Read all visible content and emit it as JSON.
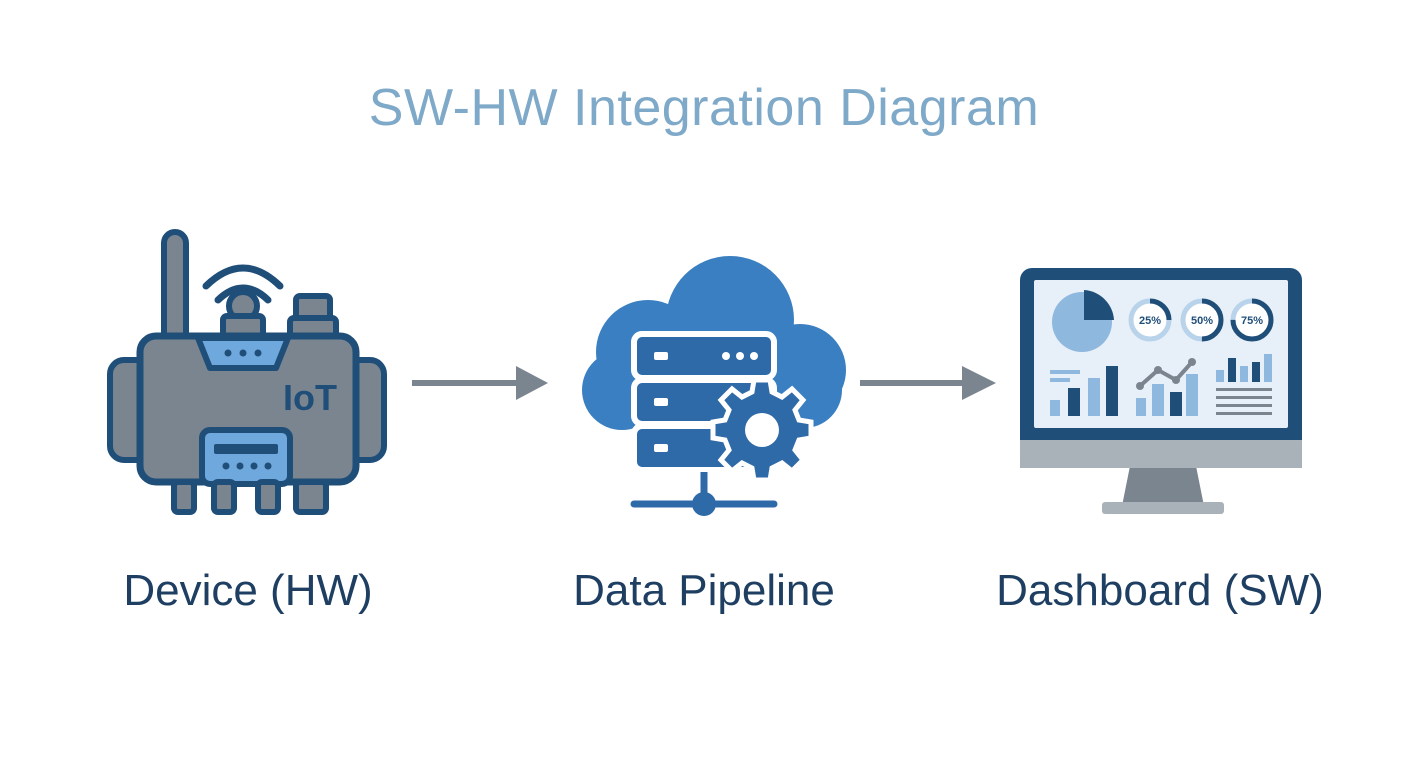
{
  "title": "SW-HW Integration Diagram",
  "nodes": [
    {
      "id": "device",
      "label": "Device (HW)",
      "badge": "IoT",
      "icon": "iot-device-icon"
    },
    {
      "id": "pipeline",
      "label": "Data Pipeline",
      "icon": "cloud-server-gear-icon"
    },
    {
      "id": "dashboard",
      "label": "Dashboard (SW)",
      "icon": "monitor-dashboard-icon",
      "gauges": [
        "25%",
        "50%",
        "75%"
      ],
      "gauge_fractions": [
        0.25,
        0.5,
        0.75
      ]
    }
  ],
  "colors": {
    "title": "#7fa9c8",
    "label": "#1e3f62",
    "outline": "#1f4e79",
    "gray_body": "#7b8590",
    "light_blue": "#6fa8dc",
    "cloud": "#3a7fc1",
    "arrow": "#7b8590"
  }
}
